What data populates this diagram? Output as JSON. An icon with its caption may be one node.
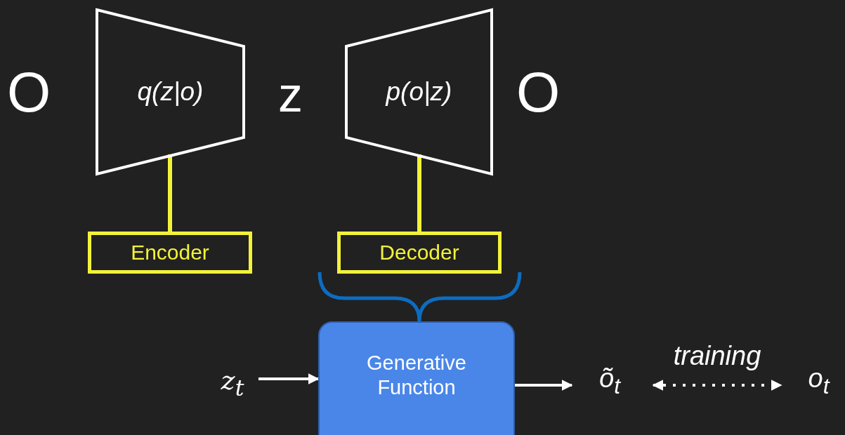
{
  "diagram": {
    "nodes": [
      {
        "text": [
          "q(z|o)"
        ]
      },
      {
        "text": [
          "p(o|z)"
        ]
      },
      {
        "text": [
          "Encoder"
        ]
      },
      {
        "text": [
          "Decoder"
        ]
      },
      {
        "text": [
          "Generative Function"
        ]
      },
      {
        "text": [
          "z$_{t}$"
        ]
      },
      {
        "text": [
          "õ$_{t}$"
        ]
      },
      {
        "text": [
          "o$_{t}$"
        ]
      }
    ],
    "edges": [
      {
        "from": 0,
        "to": 2,
        "arrow": "none",
        "color": "#f2f23a"
      },
      {
        "from": 1,
        "to": 3,
        "arrow": "none",
        "color": "#f2f23a"
      },
      {
        "from": 5,
        "to": 4,
        "arrow": "to"
      },
      {
        "from": 4,
        "to": 6,
        "arrow": "to"
      },
      {
        "from": 6,
        "to": 7,
        "arrow": "both",
        "style": "dashed",
        "label": "training"
      }
    ],
    "labels": [
      "O",
      "z",
      "O"
    ]
  }
}
